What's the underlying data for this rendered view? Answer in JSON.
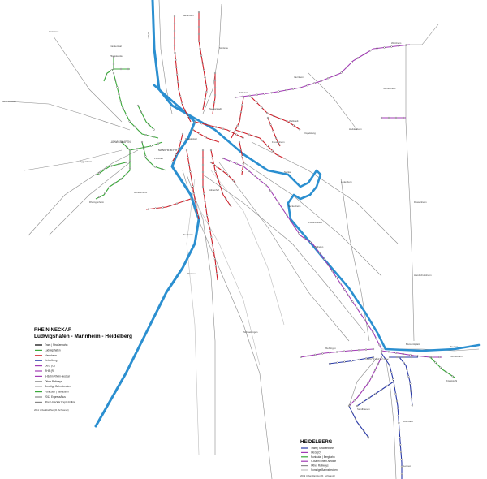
{
  "colors": {
    "river": "#2b8fd0",
    "tram_mannheim": "#d0202a",
    "tram_ludwigshafen": "#3aa83a",
    "sbahn": "#a23bb5",
    "tram_heidelberg": "#2a3aa8",
    "rail": "#8c8c8c"
  },
  "main_legend": {
    "title_line1": "RHEIN-NECKAR",
    "title_line2": "Ludwigshafen - Mannheim - Heidelberg",
    "items": [
      {
        "label": "Tram | Straßenbahn",
        "color": "#000000"
      },
      {
        "label": "Ludwigshafen",
        "color": "#3aa83a"
      },
      {
        "label": "Mannheim",
        "color": "#d0202a"
      },
      {
        "label": "Heidelberg",
        "color": "#2a3aa8"
      },
      {
        "label": "OEG (O)",
        "color": "#a23bb5"
      },
      {
        "label": "RHB (R)",
        "color": "#a23bb5"
      },
      {
        "label": "S-Bahn Rhein-Neckar",
        "color": "#a23bb5"
      },
      {
        "label": "Other Railways",
        "color": "#8c8c8c"
      },
      {
        "label": "Sonstige Bahnstrecken",
        "color": "#bdbdbd"
      },
      {
        "label": "Funicular | Bergbahn",
        "color": "#3aa83a"
      },
      {
        "label": "2012 Express/Bus",
        "color": "#888888"
      },
      {
        "label": "Rhein-Neckar Express line",
        "color": "#888888"
      }
    ],
    "credit": "2011 UrbanRail.Net (R. Schwandl)"
  },
  "hd_legend": {
    "title": "HEIDELBERG",
    "items": [
      {
        "label": "Tram | Straßenbahn",
        "color": "#2a3aa8"
      },
      {
        "label": "OEG (O)",
        "color": "#a23bb5"
      },
      {
        "label": "Funicular | Bergbahn",
        "color": "#3aa83a"
      },
      {
        "label": "S-Bahn Rhein-Neckar",
        "color": "#a23bb5"
      },
      {
        "label": "Other Railways",
        "color": "#8c8c8c"
      },
      {
        "label": "Sonstige Bahnstrecken",
        "color": "#bdbdbd"
      }
    ],
    "credit": "2009 UrbanRail.Net (R. Schwandl)"
  },
  "places": {
    "ludwigshafen": "LUDWIGSHAFEN",
    "mannheim": "MANNHEIM Hbf",
    "heidelberg": "HEIDELBERG Hbf",
    "weinheim": "Weinheim",
    "schriesheim": "Schriesheim",
    "edingen": "Edingen",
    "bad_duerkheim": "Bad Dürkheim",
    "viernheim": "Viernheim",
    "rheinau": "Rheinau",
    "schwetzingen": "Schwetzingen",
    "oggersheim": "Oggersheim",
    "kaefertal": "Käfertal",
    "neckarau": "Neckarau",
    "feudenheim": "Feudenheim",
    "wallstadt": "Wallstadt",
    "seckenheim": "Seckenheim",
    "friedrichsfeld": "Friedrichsfeld",
    "ladenburg": "Ladenburg",
    "neckar": "Neckar",
    "rhein": "Rhein",
    "bismarckplatz": "Bismarckplatz",
    "rohrbach": "Rohrbach",
    "leimen": "Leimen",
    "handschuhsheim": "Handschuhsheim",
    "koenigstuhl": "Königstuhl",
    "schlierbach": "Schlierbach",
    "dossenheim": "Dossenheim",
    "sandhausen": "Sandhausen",
    "wieblingen": "Wieblingen",
    "pfingstweide": "Pfingstweide",
    "mundenheim": "Mundenheim",
    "rheingoenheim": "Rheingönheim",
    "sandhofen": "Sandhofen",
    "schoenau": "Schönau",
    "vogelstang": "Vogelstang",
    "paradeplatz": "Paradeplatz",
    "neckarstadt": "Neckarstadt",
    "almenhof": "Almenhof",
    "pfalzbau": "Pfalzbau",
    "heddesheim": "Heddesheim",
    "gruenstadt": "Grünstadt",
    "frankenthal": "Frankenthal"
  }
}
